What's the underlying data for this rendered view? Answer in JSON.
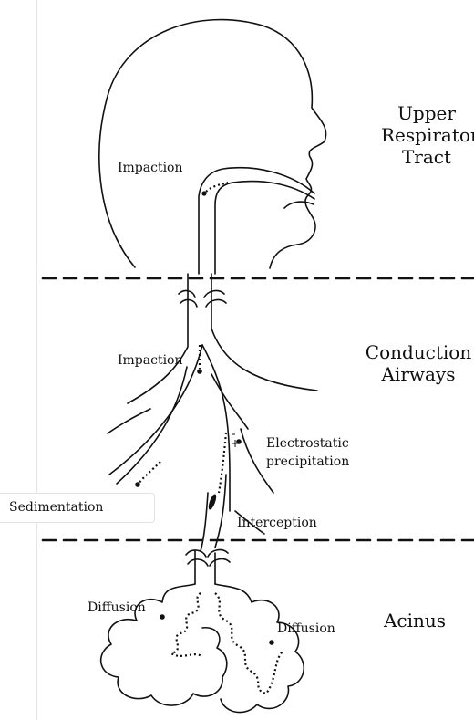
{
  "regions": {
    "upper": "Upper Respiratory Tract",
    "upper_lines": [
      "Upper",
      "Respiratory",
      "Tract"
    ],
    "conduction_lines": [
      "Conduction",
      "Airways"
    ],
    "acinus": "Acinus"
  },
  "mechanisms": {
    "impaction_upper": "Impaction",
    "impaction_airways": "Impaction",
    "electrostatic_lines": [
      "Electrostatic",
      "precipitation"
    ],
    "sedimentation": "Sedimentation",
    "interception": "Interception",
    "diffusion_left": "Diffusion",
    "diffusion_right": "Diffusion"
  }
}
